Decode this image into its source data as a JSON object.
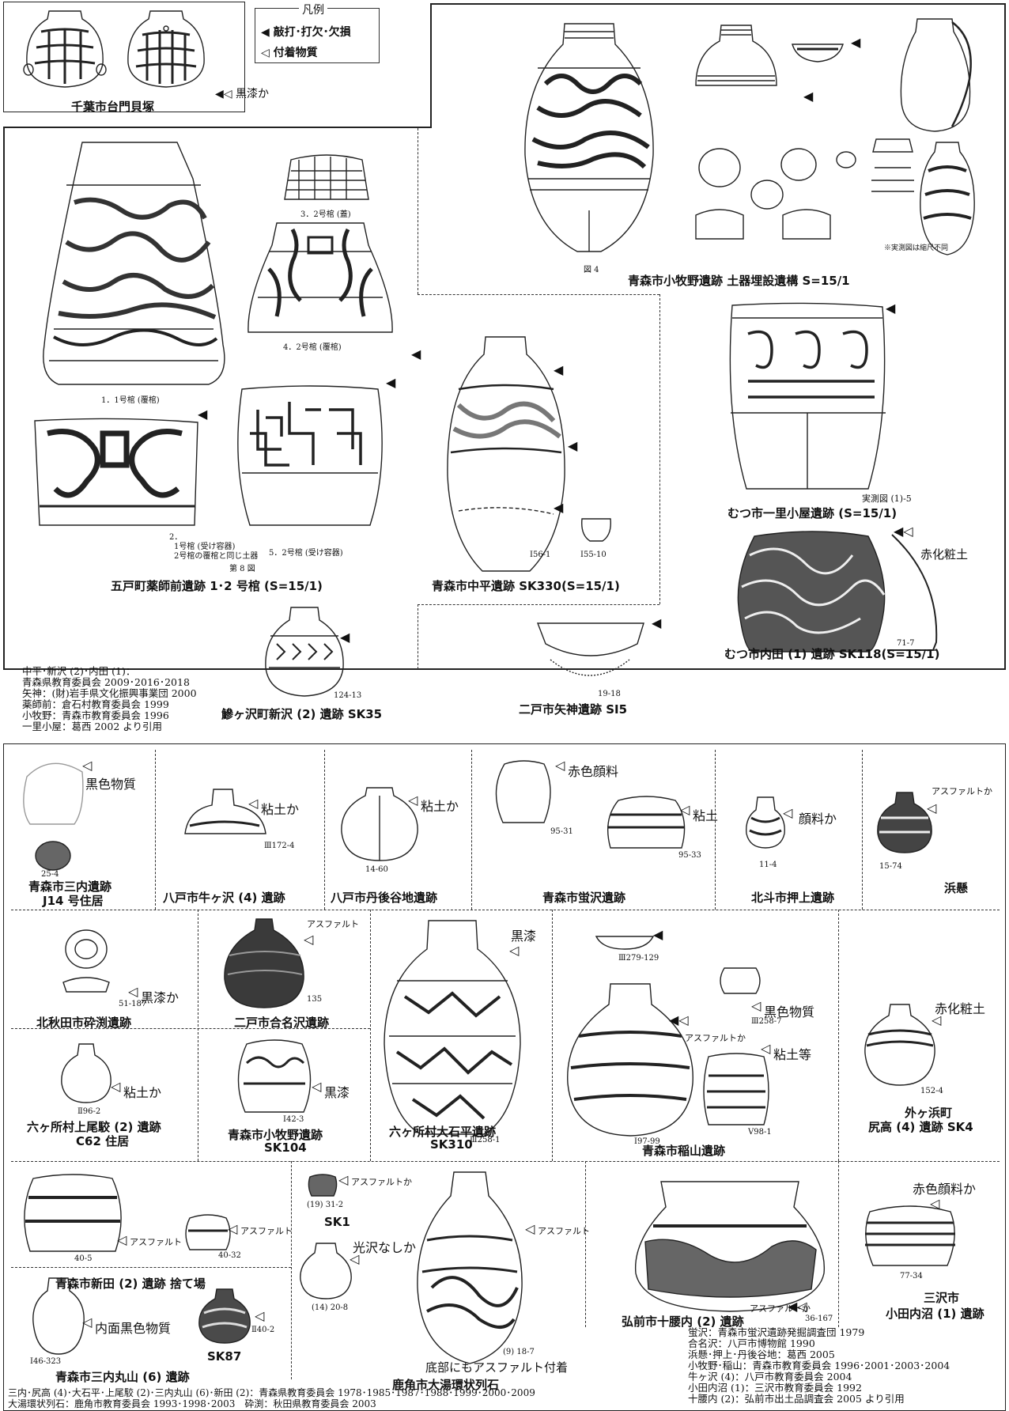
{
  "legend": {
    "title": "凡例",
    "filled": "◀ 敲打･打欠･欠損",
    "open": "◁ 付着物質"
  },
  "chiba": {
    "site": "千葉市台門貝塚",
    "note": "◀◁ 黒漆か"
  },
  "top": {
    "komakino": {
      "fig": "図 4",
      "site": "青森市小牧野遺跡 土器埋設遺構 S=15/1",
      "note": "※実測図は縮尺不同"
    },
    "yakushimae": {
      "cap1": "1．1号棺 (覆棺)",
      "cap2": "3．2号棺 (蓋)",
      "cap3": "4．2号棺 (覆棺)",
      "cap4": "2．",
      "cap4b": "1号棺 (受け容器)",
      "cap4c": "2号棺の覆棺と同じ土器",
      "cap5": "5．2号棺 (受け容器)",
      "fig": "第 8 図",
      "site": "五戸町薬師前遺跡 1･2 号棺 (S=15/1)"
    },
    "nakadaira": {
      "n1": "I56-1",
      "n2": "I55-10",
      "site": "青森市中平遺跡 SK330(S=15/1)"
    },
    "ichirikoya": {
      "fig": "実測図 (1)-5",
      "site": "むつ市一里小屋遺跡 (S=15/1)"
    },
    "uchida": {
      "note": "赤化粧土",
      "n": "71-7",
      "site": "むつ市内田 (1) 遺跡 SK118(S=15/1)"
    },
    "yagami": {
      "n": "19-18",
      "site": "二戸市矢神遺跡 SI5"
    },
    "shinsawa": {
      "n": "124-13",
      "site": "鰺ヶ沢町新沢 (2) 遺跡 SK35"
    },
    "refs": [
      "中平･新沢 (2)･内田 (1)：",
      "青森県教育委員会 2009･2016･2018",
      "矢神：(財)岩手県文化振興事業団 2000",
      "薬師前：倉石村教育委員会 1999",
      "小牧野：青森市教育委員会 1996",
      "一里小屋：葛西 2002 より引用"
    ]
  },
  "bottom": {
    "r1": [
      {
        "site1": "青森市三内遺跡",
        "site2": "J14 号住居",
        "note": "黒色物質",
        "n": "25-4"
      },
      {
        "site1": "八戸市牛ヶ沢 (4) 遺跡",
        "note": "粘土か",
        "n": "Ⅲ172-4"
      },
      {
        "site1": "八戸市丹後谷地遺跡",
        "note": "粘土か",
        "n": "14-60"
      },
      {
        "site1": "青森市蛍沢遺跡",
        "note": "赤色顔料",
        "note2": "粘土",
        "n": "95-31",
        "n2": "95-33"
      },
      {
        "site1": "北斗市押上遺跡",
        "note": "顔料か",
        "n": "11-4"
      },
      {
        "site1": "浜懸",
        "note": "アスファルトか",
        "n": "15-74"
      }
    ],
    "r2": [
      {
        "site1": "北秋田市砕渕遺跡",
        "note": "黒漆か",
        "n": "51-187"
      },
      {
        "site1": "二戸市合名沢遺跡",
        "note": "アスファルト",
        "n": "135"
      },
      {
        "site1": "六ヶ所村大石平遺跡",
        "site2": "SK310",
        "note": "黒漆",
        "n": "Ⅲ258-1"
      },
      {
        "site1": "青森市稲山遺跡",
        "n1": "Ⅲ279-129",
        "note1": "黒色物質",
        "n2": "Ⅲ258-7",
        "note2": "アスファルトか",
        "note3": "粘土等",
        "n3": "I97-99",
        "n4": "V98-1"
      },
      {
        "site1": "外ヶ浜町",
        "site2": "尻高 (4) 遺跡 SK4",
        "note": "赤化粧土",
        "n": "152-4"
      },
      {
        "site1": "六ヶ所村上尾駮 (2) 遺跡",
        "site2": "C62 住居",
        "note": "粘土か",
        "n": "Ⅱ96-2"
      },
      {
        "site1": "青森市小牧野遺跡",
        "site2": "SK104",
        "note": "黒漆",
        "n": "I42-3"
      }
    ],
    "r3": [
      {
        "site1": "青森市新田 (2) 遺跡 捨て場",
        "note": "アスファルト",
        "note2": "アスファルト",
        "n": "40-5",
        "n2": "40-32"
      },
      {
        "site1": "SK1",
        "note": "アスファルトか",
        "n": "(19) 31-2"
      },
      {
        "note": "光沢なしか",
        "n": "(14) 20-8"
      },
      {
        "site1": "鹿角市大湯環状列石",
        "note": "アスファルト",
        "n": "(9) 18-7",
        "extra": "底部にもアスファルト付着"
      },
      {
        "site1": "弘前市十腰内 (2) 遺跡",
        "note": "アスファルトか",
        "n": "36-167"
      },
      {
        "site1": "三沢市",
        "site2": "小田内沼 (1) 遺跡",
        "note": "赤色顔料か",
        "n": "77-34"
      },
      {
        "site1": "青森市三内丸山 (6) 遺跡",
        "note": "内面黒色物質",
        "n": "I46-323",
        "n2": "Ⅱ40-2",
        "site2": "SK87"
      }
    ],
    "refs_right": [
      "蛍沢：青森市蛍沢遺跡発掘調査団 1979",
      "合名沢：八戸市博物館 1990",
      "浜懸･押上･丹後谷地：葛西 2005",
      "小牧野･稲山：青森市教育委員会 1996･2001･2003･2004",
      "牛ヶ沢 (4)：八戸市教育委員会 2004",
      "小田内沼 (1)：三沢市教育委員会 1992",
      "十腰内 (2)：弘前市出土品調査会 2005 より引用"
    ],
    "refs_bottom": [
      "三内･尻高 (4)･大石平･上尾駮 (2)･三内丸山 (6)･新田 (2)：青森県教育委員会 1978･1985･1987･1988･1999･2000･2009",
      "大湯環状列石：鹿角市教育委員会 1993･1998･2003　砕渕：秋田県教育委員会 2003"
    ]
  },
  "colors": {
    "line": "#222222",
    "bg": "#ffffff"
  }
}
